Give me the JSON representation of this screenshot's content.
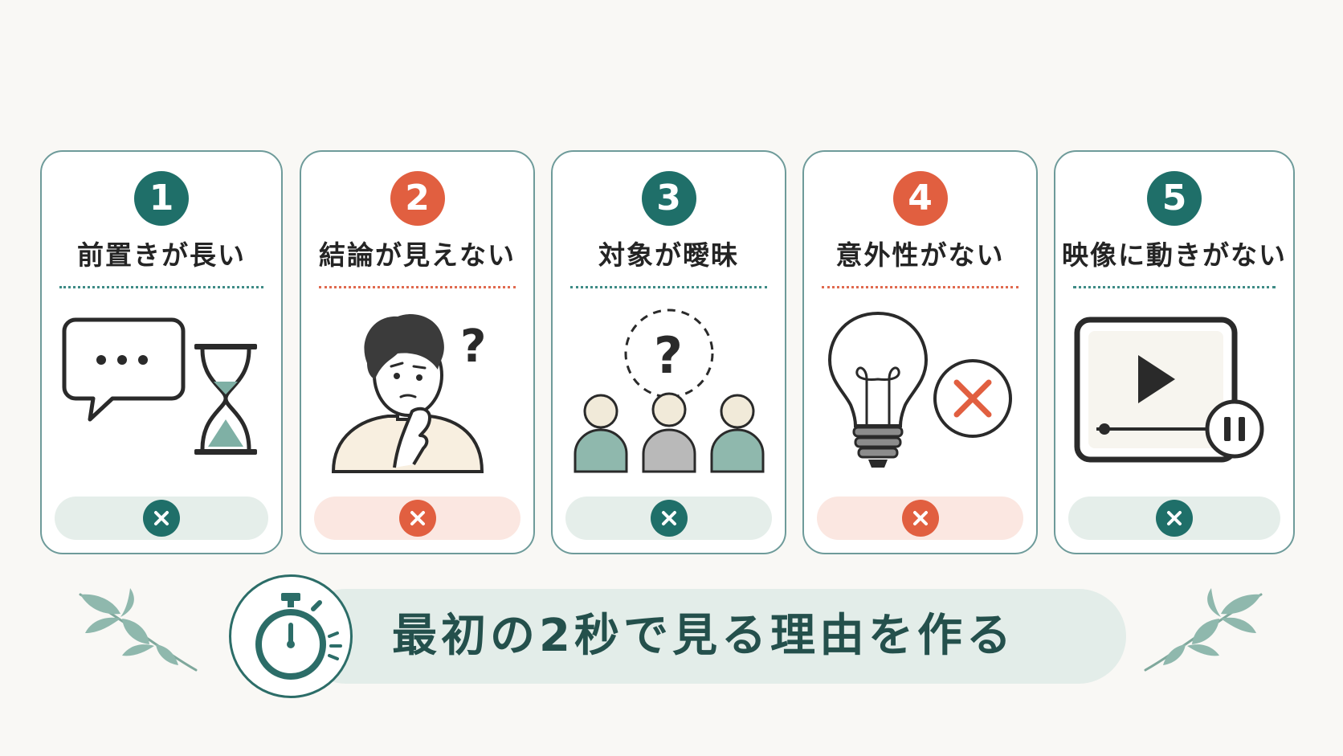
{
  "cards": [
    {
      "number": "1",
      "title": "前置きが長い",
      "illustration": "speech-bubble-hourglass",
      "status_icon": "x-icon",
      "theme": "teal"
    },
    {
      "number": "2",
      "title": "結論が見えない",
      "illustration": "confused-person",
      "status_icon": "x-icon",
      "theme": "red"
    },
    {
      "number": "3",
      "title": "対象が曖昧",
      "illustration": "group-question",
      "status_icon": "x-icon",
      "theme": "teal"
    },
    {
      "number": "4",
      "title": "意外性がない",
      "illustration": "lightbulb-x",
      "status_icon": "x-icon",
      "theme": "red"
    },
    {
      "number": "5",
      "title": "映像に動きがない",
      "illustration": "paused-video",
      "status_icon": "x-icon",
      "theme": "teal"
    }
  ],
  "banner": {
    "text": "最初の2秒で見る理由を作る",
    "icon": "stopwatch-icon"
  },
  "colors": {
    "teal": "#1f6f69",
    "coral": "#e15f40",
    "teal_light": "#e5eeea",
    "coral_light": "#fbe7e1",
    "background": "#f9f8f5"
  }
}
